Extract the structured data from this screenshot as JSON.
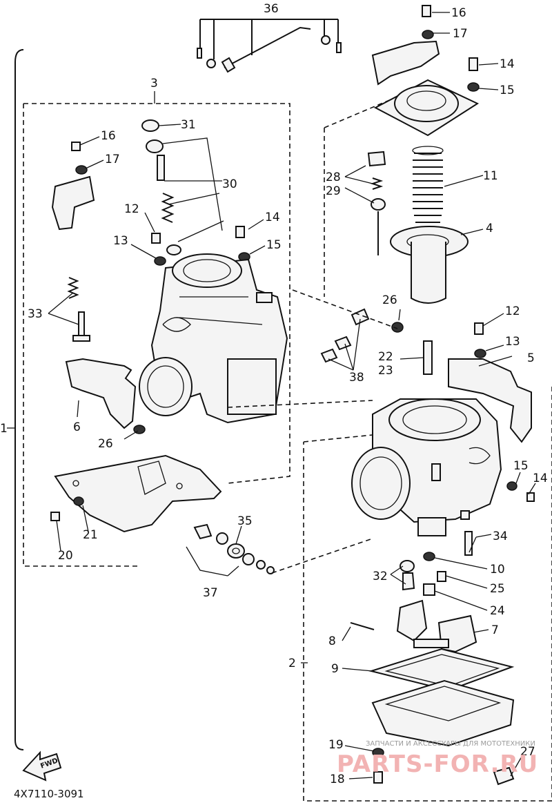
{
  "diagram": {
    "callouts": {
      "c36": "36",
      "c16a": "16",
      "c17a": "17",
      "c14a": "14",
      "c15a": "15",
      "c3": "3",
      "c31": "31",
      "c16b": "16",
      "c17b": "17",
      "c30": "30",
      "c28": "28",
      "c29": "29",
      "c11": "11",
      "c12a": "12",
      "c14b": "14",
      "c4": "4",
      "c13a": "13",
      "c15b": "15",
      "c33": "33",
      "c26a": "26",
      "c12b": "12",
      "c13b": "13",
      "c5": "5",
      "c22": "22",
      "c23": "23",
      "c38": "38",
      "c1": "1",
      "c6": "6",
      "c26b": "26",
      "c15c": "15",
      "c14c": "14",
      "c35": "35",
      "c21": "21",
      "c20": "20",
      "c34": "34",
      "c37": "37",
      "c10": "10",
      "c32": "32",
      "c25": "25",
      "c24": "24",
      "c8": "8",
      "c7": "7",
      "c2": "2",
      "c9": "9",
      "c19": "19",
      "c27": "27",
      "c18": "18"
    },
    "diagram_code": "4X7110-3091",
    "fwd_label": "FWD",
    "watermark_top": "ЗАПЧАСТИ И АКСЕССУАРЫ ДЛЯ МОТОТЕХНИКИ",
    "watermark_brand": "PARTS-FOR.RU"
  }
}
